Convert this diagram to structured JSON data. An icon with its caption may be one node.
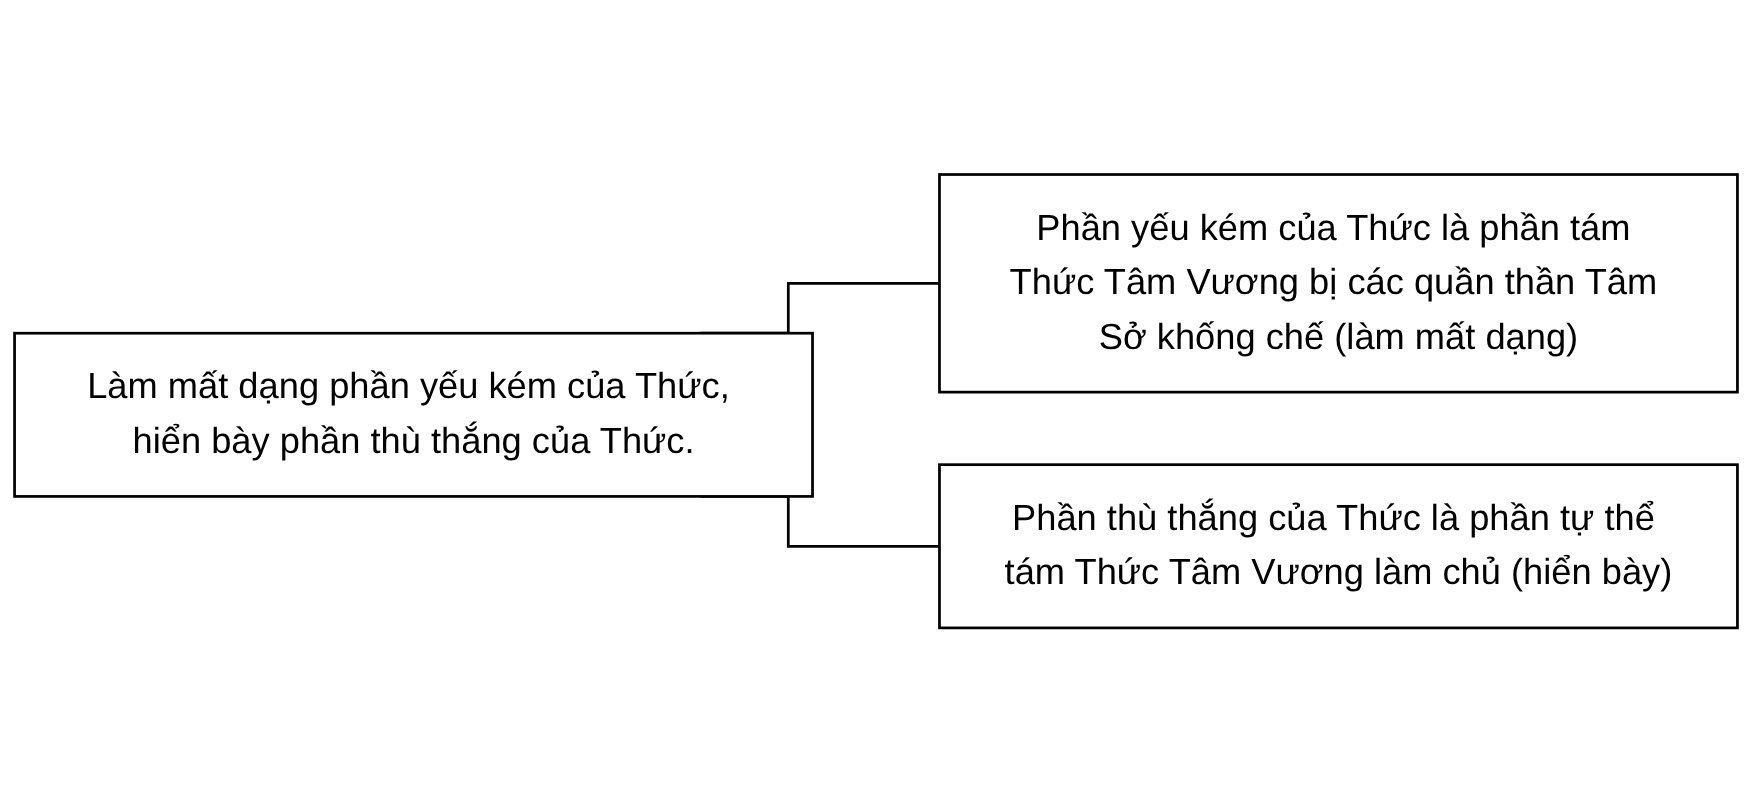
{
  "diagram": {
    "nodes": [
      {
        "text": [
          "Làm mất dạng phần yếu kém của Thức, hiển bày phần thù thắng của Thức."
        ]
      },
      {
        "text": [
          "Phần yếu kém của Thức là phần tám Thức Tâm Vương bị các quần thần Tâm Sở khống chế (làm mất dạng)"
        ]
      },
      {
        "text": [
          "Phần thù thắng của Thức là phần tự thể tám Thức Tâm Vương làm chủ (hiển bày)"
        ]
      }
    ],
    "edges": [
      {
        "from": 0,
        "to": 1,
        "arrow": "none"
      },
      {
        "from": 0,
        "to": 2,
        "arrow": "none"
      }
    ]
  }
}
